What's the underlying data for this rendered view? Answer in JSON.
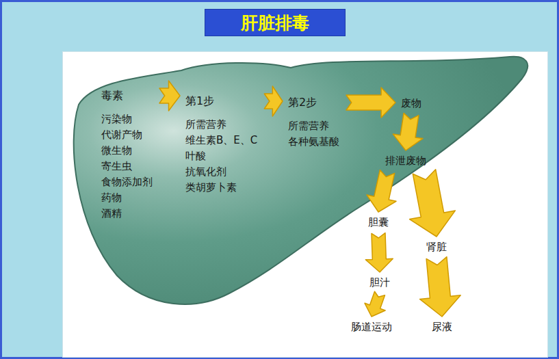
{
  "diagram": {
    "title": "肝脏排毒",
    "nodes": [
      {
        "text": [
          "毒素",
          "污染物",
          "代谢产物",
          "微生物",
          "寄生虫",
          "食物添加剂",
          "药物",
          "酒精"
        ]
      },
      {
        "text": [
          "第1步",
          "所需营养",
          "维生素B、E、C",
          "叶酸",
          "抗氧化剂",
          "类胡萝卜素"
        ]
      },
      {
        "text": [
          "第2步",
          "所需营养",
          "各种氨基酸"
        ]
      },
      {
        "text": [
          "废物"
        ]
      },
      {
        "text": [
          "排泄废物"
        ]
      },
      {
        "text": [
          "胆囊"
        ]
      },
      {
        "text": [
          "肾脏"
        ]
      },
      {
        "text": [
          "胆汁"
        ]
      },
      {
        "text": [
          "尿液"
        ]
      },
      {
        "text": [
          "肠道运动"
        ]
      }
    ],
    "edges": [
      {
        "from": 0,
        "to": 1,
        "arrow": "to"
      },
      {
        "from": 1,
        "to": 2,
        "arrow": "to"
      },
      {
        "from": 2,
        "to": 3,
        "arrow": "to"
      },
      {
        "from": 3,
        "to": 4,
        "arrow": "to"
      },
      {
        "from": 4,
        "to": 5,
        "arrow": "to"
      },
      {
        "from": 4,
        "to": 6,
        "arrow": "to"
      },
      {
        "from": 5,
        "to": 7,
        "arrow": "to"
      },
      {
        "from": 6,
        "to": 8,
        "arrow": "to"
      },
      {
        "from": 7,
        "to": 9,
        "arrow": "to"
      }
    ]
  }
}
